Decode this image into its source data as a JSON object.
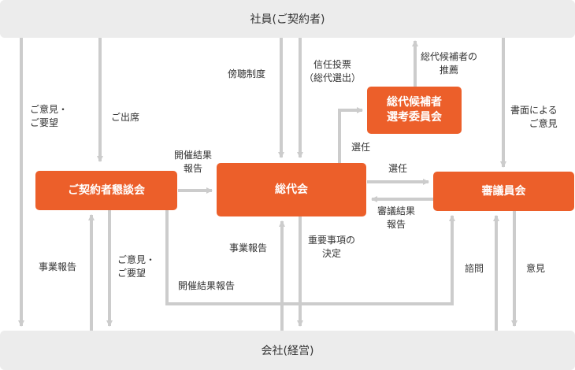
{
  "top_bar": {
    "label": "社員(ご契約者)"
  },
  "bottom_bar": {
    "label": "会社(経営)"
  },
  "nodes": {
    "kondankai": "ご契約者懇談会",
    "sodaikai": "総代会",
    "shingiiinkai": "審議員会",
    "senko_iinkai": "総代候補者\n選考委員会"
  },
  "labels": {
    "goiken_goyobo_1": "ご意見・\nご要望",
    "goshusseki": "ご出席",
    "bocho_seido": "傍聴制度",
    "shinnin_tohyo": "信任投票\n（総代選出）",
    "suisen": "総代候補者の\n推薦",
    "shomen": "書面による\nご意見",
    "kaisai_kekka_hokoku_1": "開催結果\n報告",
    "senin_1": "選任",
    "senin_2": "選任",
    "shingi_kekka_hokoku": "審議結果\n報告",
    "jigyo_hokoku_1": "事業報告",
    "goiken_goyobo_2": "ご意見・\nご要望",
    "jigyo_hokoku_2": "事業報告",
    "juyo_jiko": "重要事項の\n決定",
    "kaisai_kekka_hokoku_2": "開催結果報告",
    "shimon": "諮問",
    "iken": "意見"
  }
}
